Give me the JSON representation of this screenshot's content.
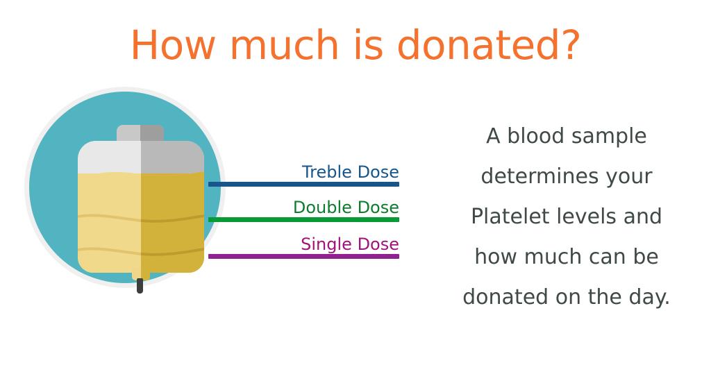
{
  "slide": {
    "title": "How much is donated?",
    "title_color": "#f4712e",
    "background_color": "#ffffff"
  },
  "illustration": {
    "name": "platelet-donation-bag",
    "circle_color": "#51b4c0",
    "ring_color": "#f0f0f0",
    "bag": {
      "plastic_color": "#e8e8e8",
      "plastic_shade_color": "#b9b9b9",
      "tab_color": "#c8c8c8",
      "tab_shade_color": "#9e9e9e",
      "fluid_color": "#f1d98c",
      "fluid_shade_color": "#d2b23a",
      "nozzle_color": "#3a3f3e",
      "section_count": 3
    }
  },
  "callouts": [
    {
      "id": "treble",
      "label": "Treble Dose",
      "color": "#16568c",
      "text_color": "#16568c"
    },
    {
      "id": "double",
      "label": "Double Dose",
      "color": "#089a35",
      "text_color": "#0c7c2d"
    },
    {
      "id": "single",
      "label": "Single Dose",
      "color": "#8f2191",
      "text_color": "#a3117d"
    }
  ],
  "body": {
    "color": "#3f4a45",
    "lines": [
      "A blood sample",
      "determines your",
      "Platelet levels and",
      "how much can be",
      "donated on the day."
    ],
    "full_text": "A blood sample determines your Platelet levels and how much can be donated on the day."
  }
}
